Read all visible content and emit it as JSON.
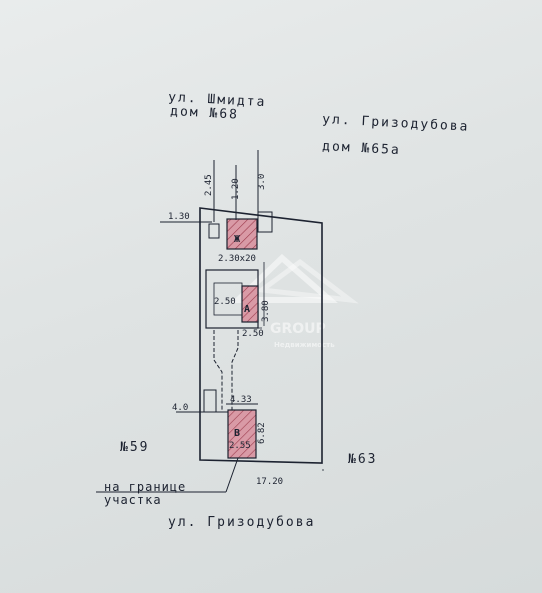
{
  "streets": {
    "top_left_line1": "ул. Шмидта",
    "top_left_line2": "дом №68",
    "top_right_line1": "ул. Гризодубова",
    "top_right_line2": "дом №65а",
    "bottom": "ул. Гризодубова"
  },
  "neighbors": {
    "left": "№59",
    "right": "№63"
  },
  "boundary_note": {
    "line1": "на границе",
    "line2": "участка"
  },
  "dimensions": {
    "d_2_45": "2.45",
    "d_1_20_top": "1.20",
    "d_3_0": "3.0",
    "d_1_30": "1.30",
    "d_2_30_x_20": "2.30х20",
    "d_2_50_main": "2.50",
    "d_2_50_bottom": "2.50",
    "d_3_80": "3.80",
    "d_4_33": "4.33",
    "d_4_0": "4.0",
    "d_2_55": "2.55",
    "d_6_82": "6.82",
    "d_17_20": "17.20"
  },
  "building_labels": {
    "upper_lit": "Ж",
    "main_lit": "А",
    "lower_lit": "В"
  },
  "watermark": {
    "name": "GROUP",
    "sub": "Недвижимость"
  },
  "colors": {
    "ink": "#1c2230",
    "building_fill": "#d99aa6",
    "building_hatch": "#9c3a4c"
  }
}
